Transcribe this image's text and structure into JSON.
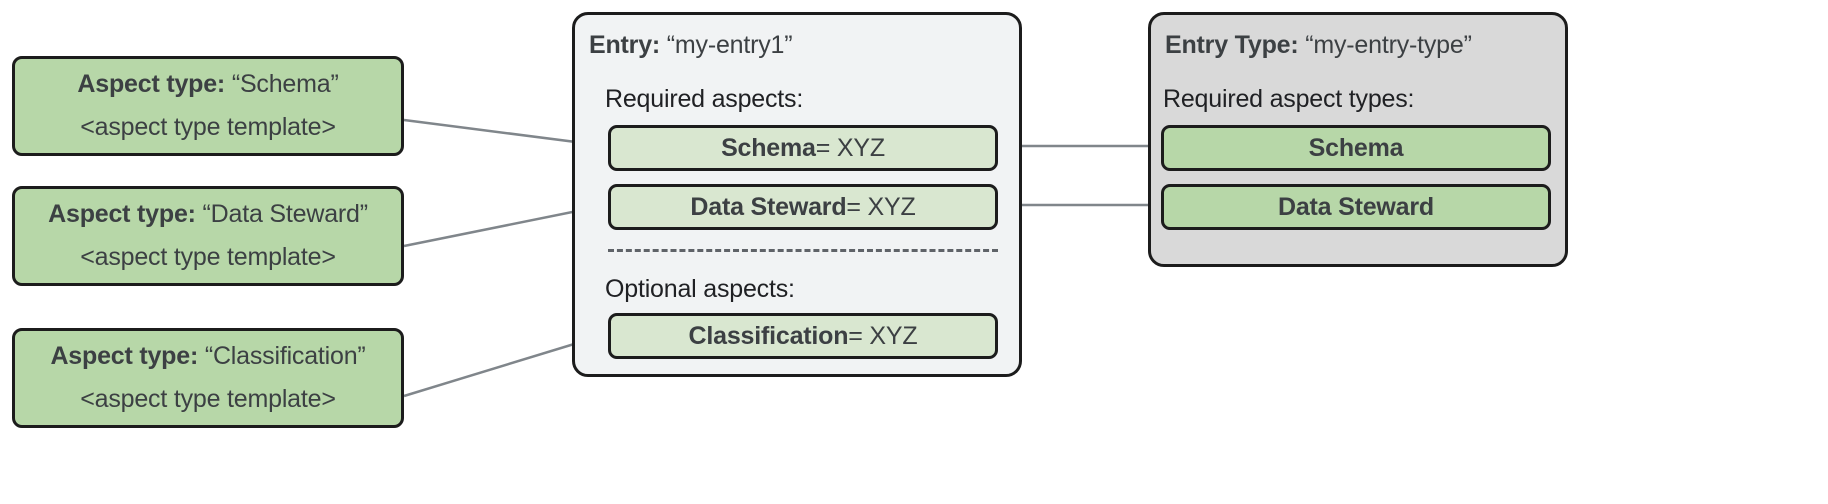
{
  "aspect_types": [
    {
      "label_prefix": "Aspect type:",
      "name": "“Schema”",
      "template": "<aspect type template>"
    },
    {
      "label_prefix": "Aspect type:",
      "name": "“Data Steward”",
      "template": "<aspect type template>"
    },
    {
      "label_prefix": "Aspect type:",
      "name": "“Classification”",
      "template": "<aspect type template>"
    }
  ],
  "entry_panel": {
    "title_prefix": "Entry:",
    "title_value": "“my-entry1”",
    "required_label": "Required aspects:",
    "optional_label": "Optional aspects:",
    "required_aspects": [
      {
        "name": "Schema",
        "assignment": " = XYZ"
      },
      {
        "name": "Data Steward",
        "assignment": " = XYZ"
      }
    ],
    "optional_aspects": [
      {
        "name": "Classification",
        "assignment": " = XYZ"
      }
    ]
  },
  "entry_type_panel": {
    "title_prefix": "Entry Type:",
    "title_value": "“my-entry-type”",
    "required_label": "Required aspect types:",
    "required_aspect_types": [
      {
        "name": "Schema"
      },
      {
        "name": "Data Steward"
      }
    ]
  },
  "colors": {
    "aspect_type_green": "#b7d7a8",
    "aspect_instance_green": "#d9e7d0",
    "entry_panel_gray": "#f1f3f4",
    "entry_type_panel_gray": "#d9d9d9",
    "outline": "#1c1c1c",
    "connector": "#80868b",
    "text": "#3c4043"
  }
}
